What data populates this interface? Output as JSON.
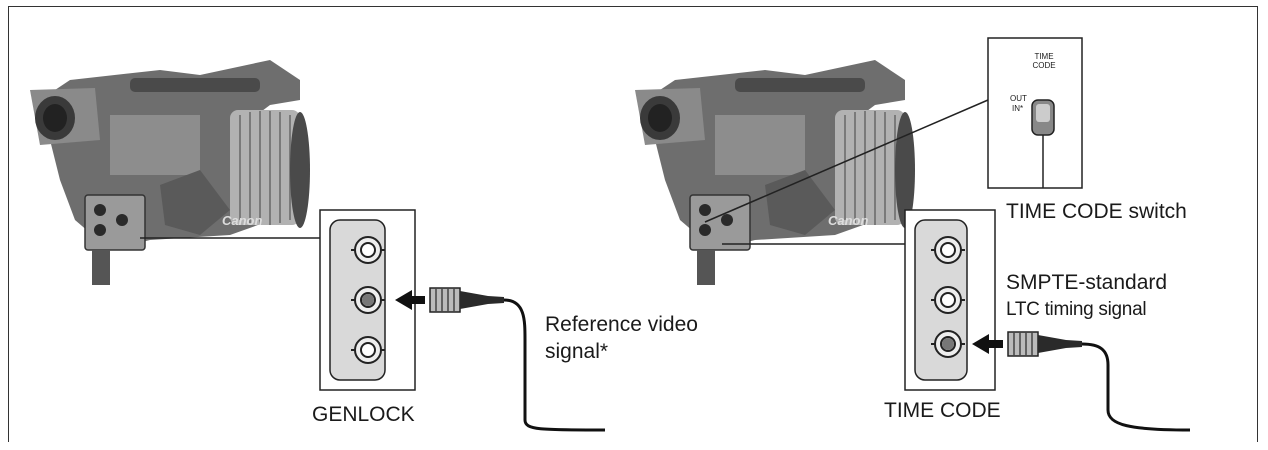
{
  "left_panel": {
    "camera_brand": "Canon",
    "connector_label": "GENLOCK",
    "signal_label_line1": "Reference video",
    "signal_label_line2": "signal*"
  },
  "right_panel": {
    "camera_brand": "Canon",
    "connector_label": "TIME CODE",
    "switch_label": "TIME CODE switch",
    "switch_inset": {
      "title_line1": "TIME",
      "title_line2": "CODE",
      "pos_out": "OUT",
      "pos_in": "IN*"
    },
    "signal_label_line1": "SMPTE-standard",
    "signal_label_line2": "LTC timing signal"
  },
  "colors": {
    "ink": "#1a1a1a",
    "body_gray": "#6e6e6e",
    "dark_gray": "#3a3a3a",
    "light_gray": "#b9b9b9"
  }
}
